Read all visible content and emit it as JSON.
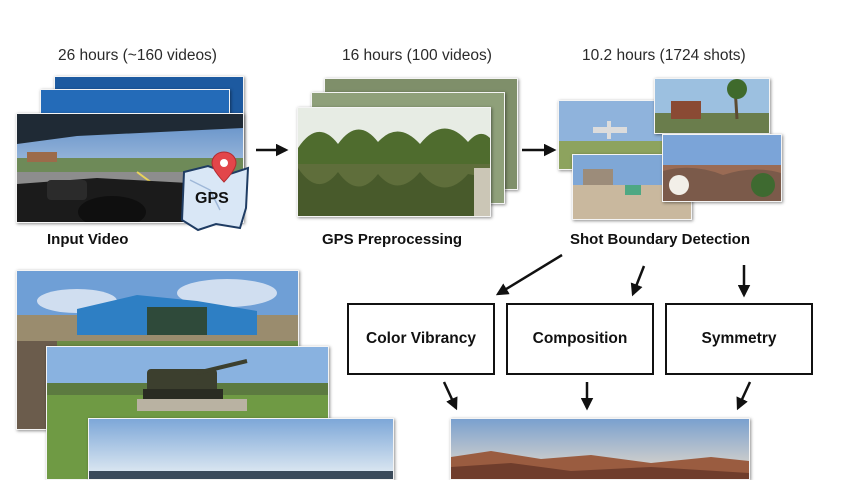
{
  "stages": {
    "input_hours": "26 hours (~160 videos)",
    "gps_hours": "16 hours (100 videos)",
    "shot_hours": "10.2 hours (1724 shots)"
  },
  "captions": {
    "input": "Input Video",
    "gps": "GPS Preprocessing",
    "shot": "Shot Boundary Detection"
  },
  "gps_badge": "GPS",
  "metrics": {
    "color": "Color Vibrancy",
    "composition": "Composition",
    "symmetry": "Symmetry"
  },
  "colors": {
    "box_border": "#111111",
    "arrow": "#111111",
    "map_fill": "#d9e7f6",
    "pin": "#e2464a"
  }
}
